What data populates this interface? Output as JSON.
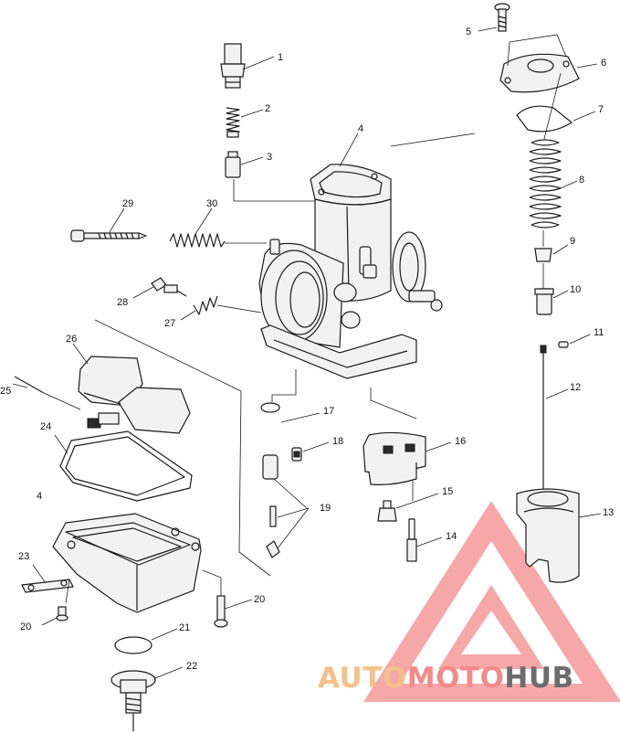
{
  "callouts": [
    {
      "id": "c1",
      "label": "1"
    },
    {
      "id": "c2",
      "label": "2"
    },
    {
      "id": "c3",
      "label": "3"
    },
    {
      "id": "c4a",
      "label": "4"
    },
    {
      "id": "c4b",
      "label": "4"
    },
    {
      "id": "c5",
      "label": "5"
    },
    {
      "id": "c6",
      "label": "6"
    },
    {
      "id": "c7",
      "label": "7"
    },
    {
      "id": "c8",
      "label": "8"
    },
    {
      "id": "c9",
      "label": "9"
    },
    {
      "id": "c10",
      "label": "10"
    },
    {
      "id": "c11",
      "label": "11"
    },
    {
      "id": "c12",
      "label": "12"
    },
    {
      "id": "c13",
      "label": "13"
    },
    {
      "id": "c14",
      "label": "14"
    },
    {
      "id": "c15",
      "label": "15"
    },
    {
      "id": "c16",
      "label": "16"
    },
    {
      "id": "c17",
      "label": "17"
    },
    {
      "id": "c18",
      "label": "18"
    },
    {
      "id": "c19",
      "label": "19"
    },
    {
      "id": "c20a",
      "label": "20"
    },
    {
      "id": "c20b",
      "label": "20"
    },
    {
      "id": "c21",
      "label": "21"
    },
    {
      "id": "c22",
      "label": "22"
    },
    {
      "id": "c23",
      "label": "23"
    },
    {
      "id": "c24",
      "label": "24"
    },
    {
      "id": "c25",
      "label": "25"
    },
    {
      "id": "c26",
      "label": "26"
    },
    {
      "id": "c27",
      "label": "27"
    },
    {
      "id": "c28",
      "label": "28"
    },
    {
      "id": "c29",
      "label": "29"
    },
    {
      "id": "c30",
      "label": "30"
    }
  ],
  "watermark": {
    "part1": "AUTO",
    "part2": "MOTO",
    "part3": "HUB",
    "color1": "#f5c089",
    "color2": "#f28a8a",
    "color3": "#6d6d6d",
    "triangle_color": "#f48a8a"
  }
}
